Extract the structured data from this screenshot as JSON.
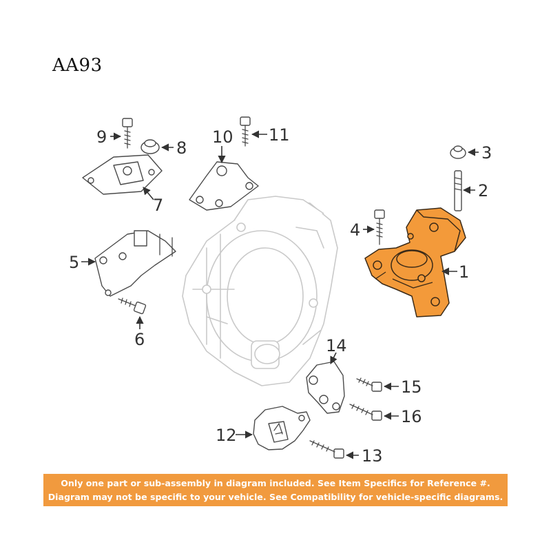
{
  "diagram_code": "AA93",
  "callouts": {
    "n1": "1",
    "n2": "2",
    "n3": "3",
    "n4": "4",
    "n5": "5",
    "n6": "6",
    "n7": "7",
    "n8": "8",
    "n9": "9",
    "n10": "10",
    "n11": "11",
    "n12": "12",
    "n13": "13",
    "n14": "14",
    "n15": "15",
    "n16": "16"
  },
  "highlight_color": "#f39a3a",
  "banner": {
    "line1": "Only one part or sub-assembly in diagram included. See Item Specifics for Reference #.",
    "line2": "Diagram may not be specific to your vehicle. See Compatibility for vehicle-specific diagrams.",
    "background": "#f19a3e"
  }
}
